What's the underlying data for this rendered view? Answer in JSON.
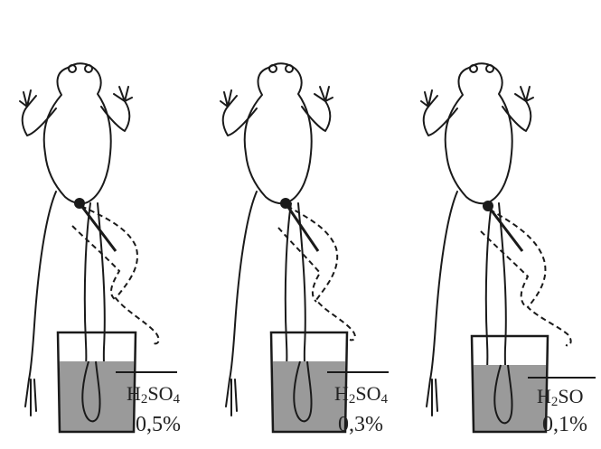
{
  "figure": {
    "panels": [
      {
        "chemical_main": "H",
        "chemical_sub1": "2",
        "chemical_mid": "SO",
        "chemical_sub2": "4",
        "concentration": "0,5%",
        "liquid_level": 0.25
      },
      {
        "chemical_main": "H",
        "chemical_sub1": "2",
        "chemical_mid": "SO",
        "chemical_sub2": "4",
        "concentration": "0,3%",
        "liquid_level": 0.2
      },
      {
        "chemical_main": "H",
        "chemical_sub1": "2",
        "chemical_mid": "SO",
        "chemical_sub2": "",
        "concentration": "0,1%",
        "liquid_level": 0.32
      }
    ],
    "colors": {
      "line": "#1a1a1a",
      "liquid": "#9a9a9a",
      "background": "#ffffff"
    }
  }
}
